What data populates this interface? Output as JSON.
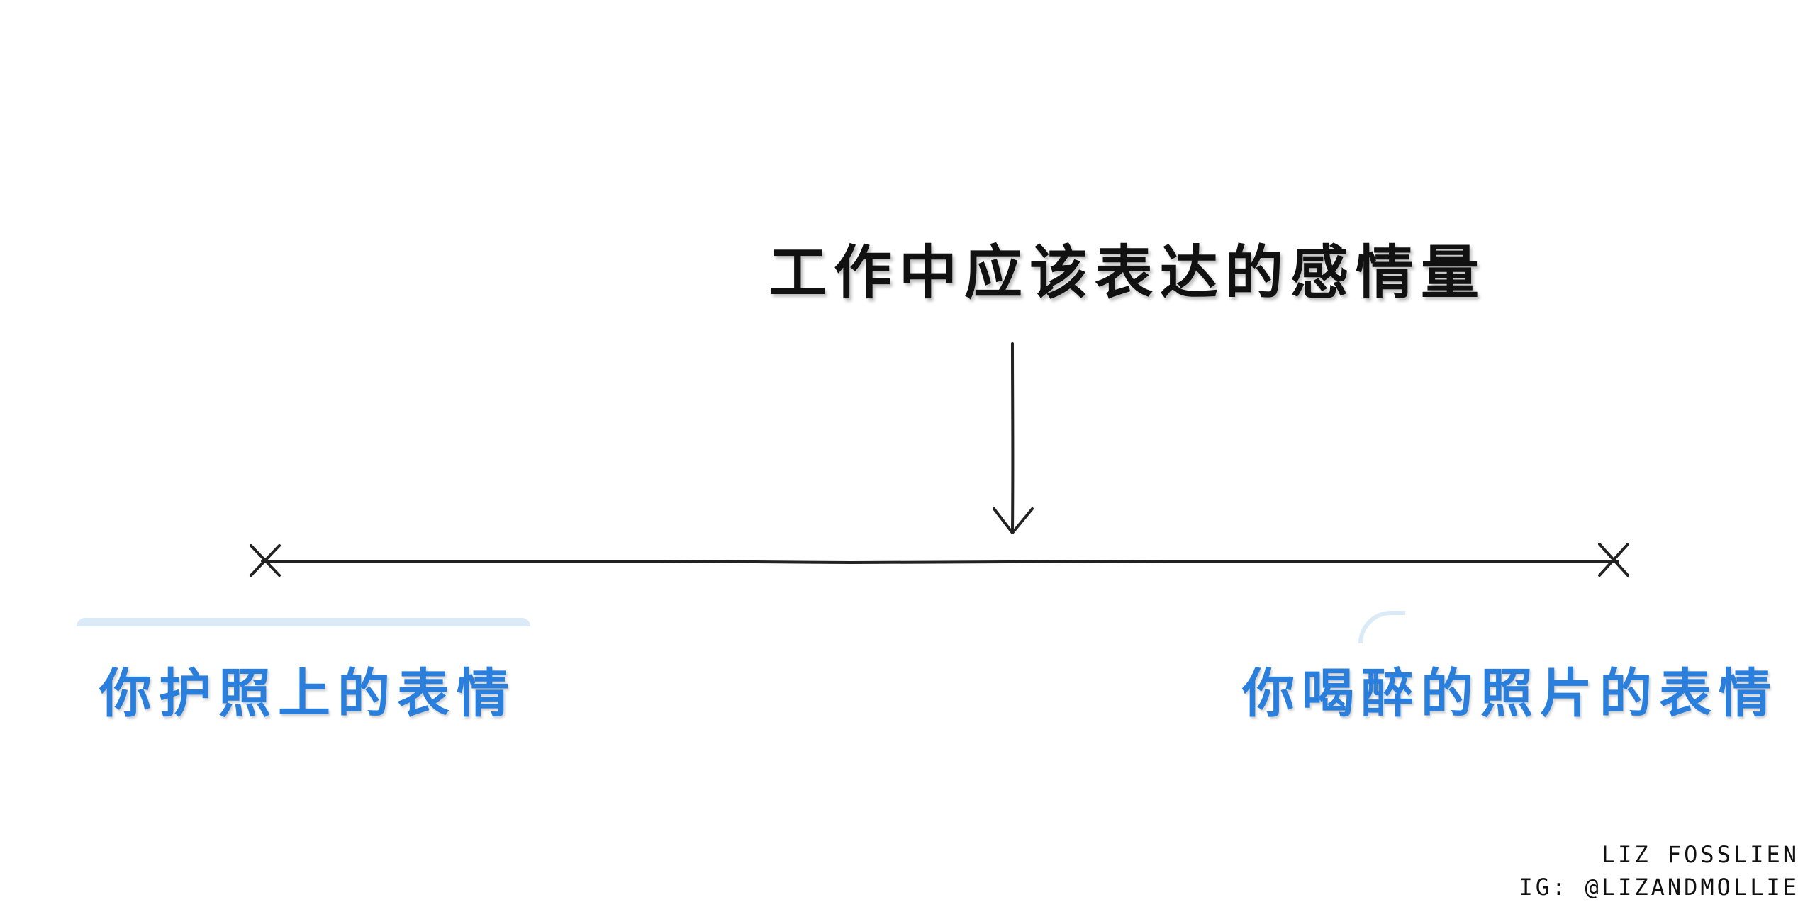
{
  "diagram": {
    "title": "工作中应该表达的感情量",
    "left_label": "你护照上的表情",
    "right_label": "你喝醉的照片的表情"
  },
  "credit": {
    "name": "LIZ FOSSLIEN",
    "instagram": "IG: @LIZANDMOLLIE"
  },
  "colors": {
    "line": "#222222",
    "label": "#2b7fdc",
    "swash": "#d6e8f6"
  }
}
